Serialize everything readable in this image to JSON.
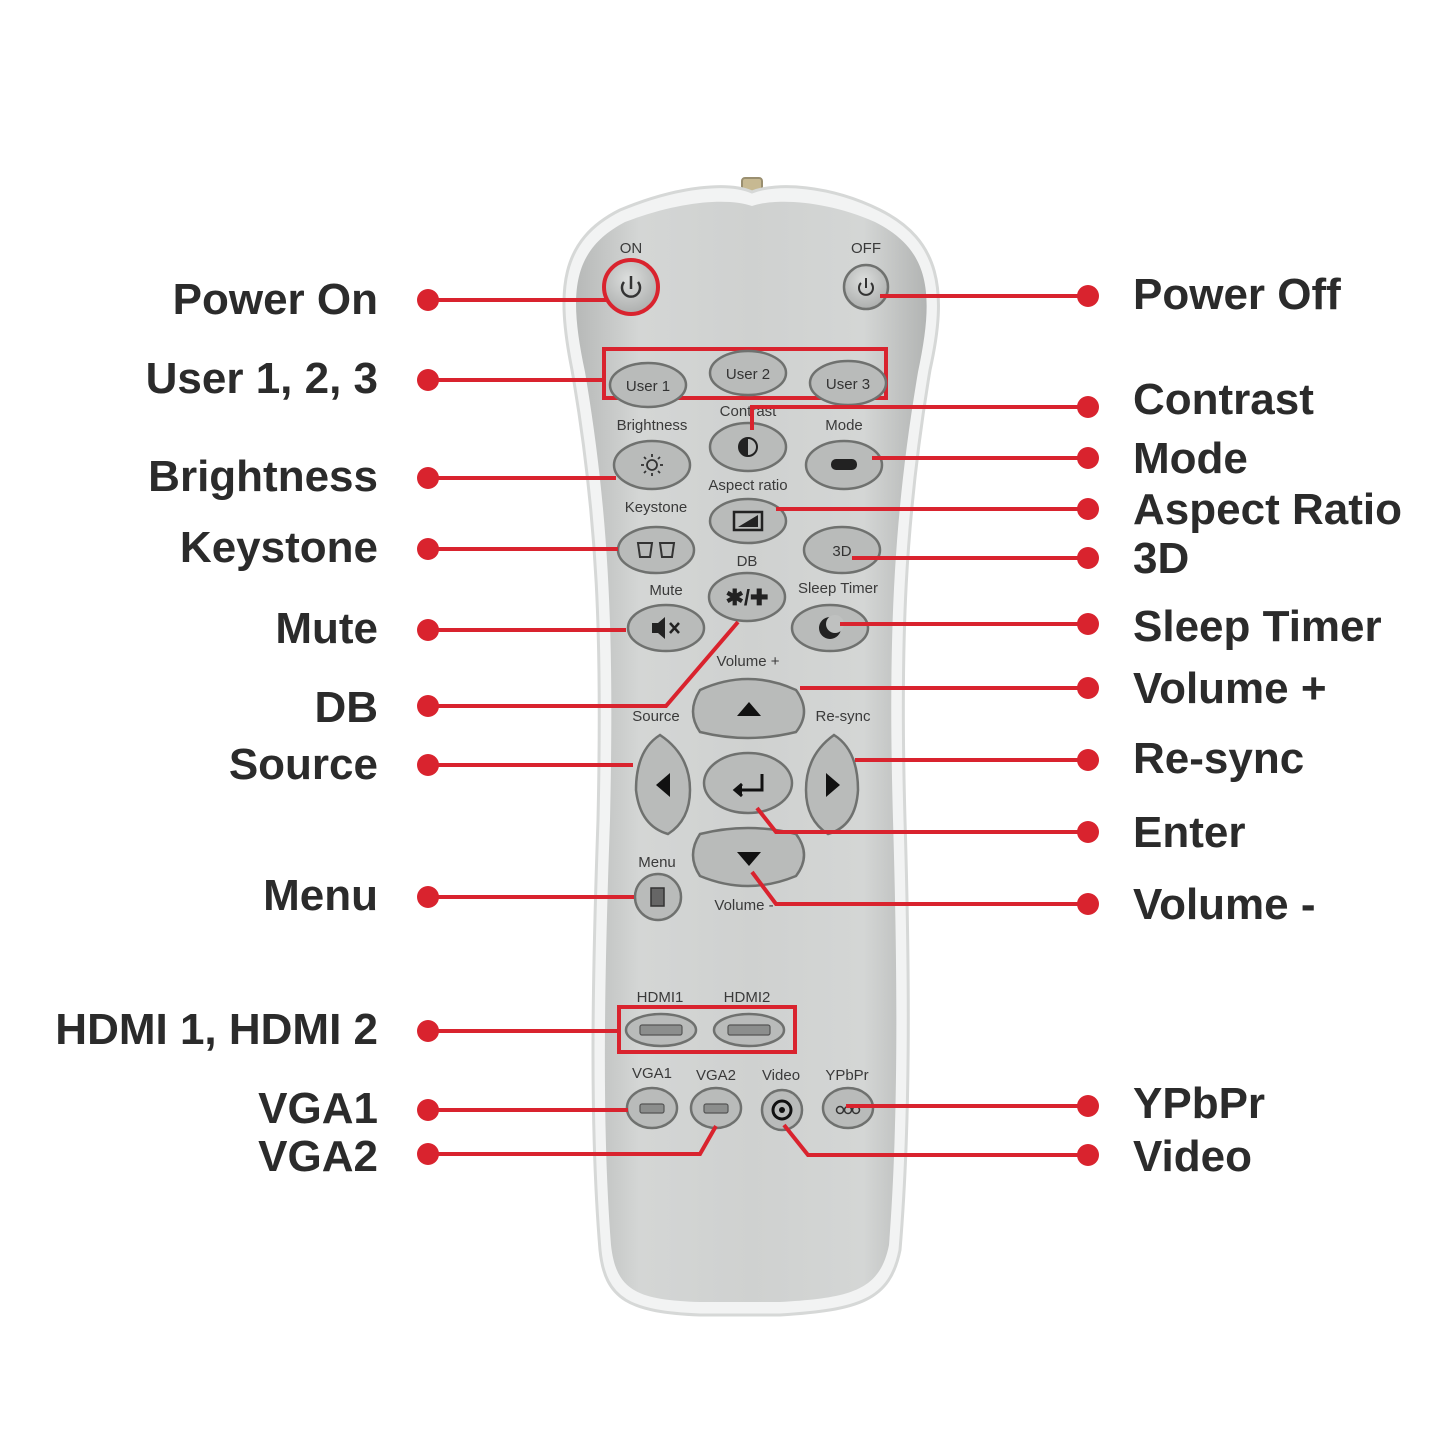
{
  "colors": {
    "accent": "#d9232e",
    "remote_body": "#c9cbca",
    "button": "#b9bbba",
    "text": "#2b2b2b"
  },
  "callouts": {
    "power_on": "Power On",
    "power_off": "Power Off",
    "user": "User 1, 2, 3",
    "contrast": "Contrast",
    "brightness": "Brightness",
    "mode": "Mode",
    "aspect_ratio": "Aspect Ratio",
    "keystone": "Keystone",
    "three_d": "3D",
    "mute": "Mute",
    "sleep_timer": "Sleep Timer",
    "db": "DB",
    "volume_plus": "Volume +",
    "source": "Source",
    "resync": "Re-sync",
    "enter": "Enter",
    "menu": "Menu",
    "volume_minus": "Volume -",
    "hdmi": "HDMI 1, HDMI 2",
    "vga1": "VGA1",
    "ypbpr": "YPbPr",
    "vga2": "VGA2",
    "video": "Video"
  },
  "remote": {
    "on": "ON",
    "off": "OFF",
    "user1": "User 1",
    "user2": "User 2",
    "user3": "User 3",
    "brightness": "Brightness",
    "contrast": "Contrast",
    "mode": "Mode",
    "aspect_ratio": "Aspect ratio",
    "keystone": "Keystone",
    "three_d": "3D",
    "db": "DB",
    "mute": "Mute",
    "sleep_timer": "Sleep Timer",
    "volume_plus": "Volume +",
    "source": "Source",
    "resync": "Re-sync",
    "menu": "Menu",
    "volume_minus": "Volume -",
    "hdmi1": "HDMI1",
    "hdmi2": "HDMI2",
    "vga1": "VGA1",
    "vga2": "VGA2",
    "video": "Video",
    "ypbpr": "YPbPr"
  },
  "icons": {
    "power_on": "power-icon",
    "power_off": "power-icon",
    "brightness": "sun-icon",
    "contrast": "contrast-icon",
    "mode": "mode-icon",
    "aspect_ratio": "aspect-ratio-icon",
    "keystone": "keystone-icon",
    "db": "db-icon",
    "mute": "mute-icon",
    "sleep_timer": "moon-icon",
    "volume_plus": "up-arrow-icon",
    "source": "left-arrow-icon",
    "resync": "right-arrow-icon",
    "enter": "enter-icon",
    "volume_minus": "down-arrow-icon",
    "menu": "menu-icon",
    "video": "video-jack-icon"
  }
}
